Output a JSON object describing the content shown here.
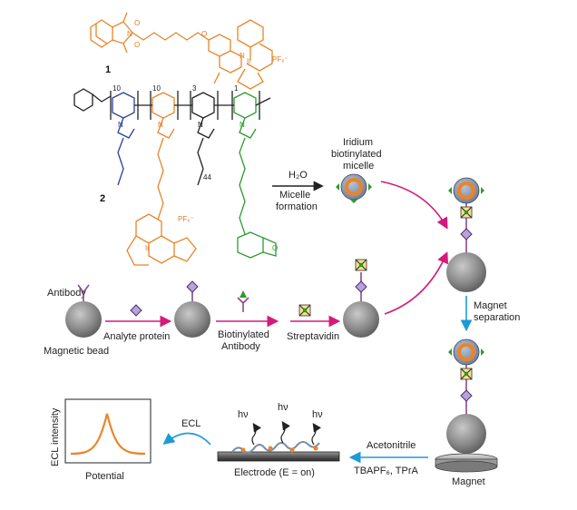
{
  "compounds": {
    "c1_label": "1",
    "c2_label": "2",
    "counterion": "PF₆⁻",
    "subscripts": [
      "10",
      "10",
      "3",
      "1"
    ],
    "peg_subscript": "44"
  },
  "micelle_step": {
    "h2o": "H₂O",
    "micelle_line1": "Micelle",
    "micelle_line2": "formation",
    "micelle_label_line1": "Iridium",
    "micelle_label_line2": "biotinylated",
    "micelle_label_line3": "micelle"
  },
  "assay": {
    "antibody": "Antibody",
    "magnetic_bead": "Magnetic bead",
    "analyte_protein": "Analyte protein",
    "biotinylated_line1": "Biotinylated",
    "biotinylated_line2": "Antibody",
    "streptavidin": "Streptavidin",
    "magnet_sep_line1": "Magnet",
    "magnet_sep_line2": "separation",
    "magnet": "Magnet"
  },
  "detection": {
    "acetonitrile": "Acetonitrile",
    "electrolyte": "TBAPF₆, TPrA",
    "electrode": "Electrode (E = on)",
    "hv": "hν",
    "ecl": "ECL",
    "y_axis": "ECL intensity",
    "x_axis": "Potential"
  },
  "colors": {
    "orange": "#e8852a",
    "blue": "#2b3f9a",
    "green": "#2e9a2e",
    "magenta": "#d41a7a",
    "cyan_arrow": "#1e9ad6",
    "bead": "#8c8c8c"
  }
}
